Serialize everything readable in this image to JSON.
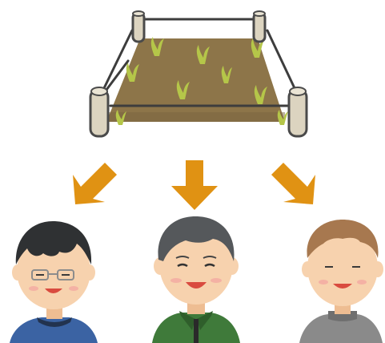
{
  "palette": {
    "soil": "#8d7549",
    "soil_dark": "#7a6440",
    "sprout": "#b5c649",
    "post": "#dcd4c0",
    "post_edge": "#4a4a4a",
    "rope": "#3d3d3d",
    "arrow": "#e09213",
    "skin": "#f7d2ae",
    "skin_shadow": "#eebd92",
    "cheek": "#f2a3a0",
    "mouth": "#d94b3f",
    "hair_left": "#2f3133",
    "hair_center": "#55585b",
    "hair_right": "#a7784f",
    "shirt_left": "#3b63a3",
    "collar_left": "#22334f",
    "shirt_center": "#3f7a3a",
    "shirt_right": "#8a8a8a",
    "glasses": "#8c8c8c"
  },
  "people": [
    {
      "name": "person-left",
      "has_glasses": true
    },
    {
      "name": "person-center",
      "has_glasses": false
    },
    {
      "name": "person-right",
      "has_glasses": false
    }
  ],
  "arrows": [
    {
      "direction": "down-left"
    },
    {
      "direction": "down"
    },
    {
      "direction": "down-right"
    }
  ]
}
